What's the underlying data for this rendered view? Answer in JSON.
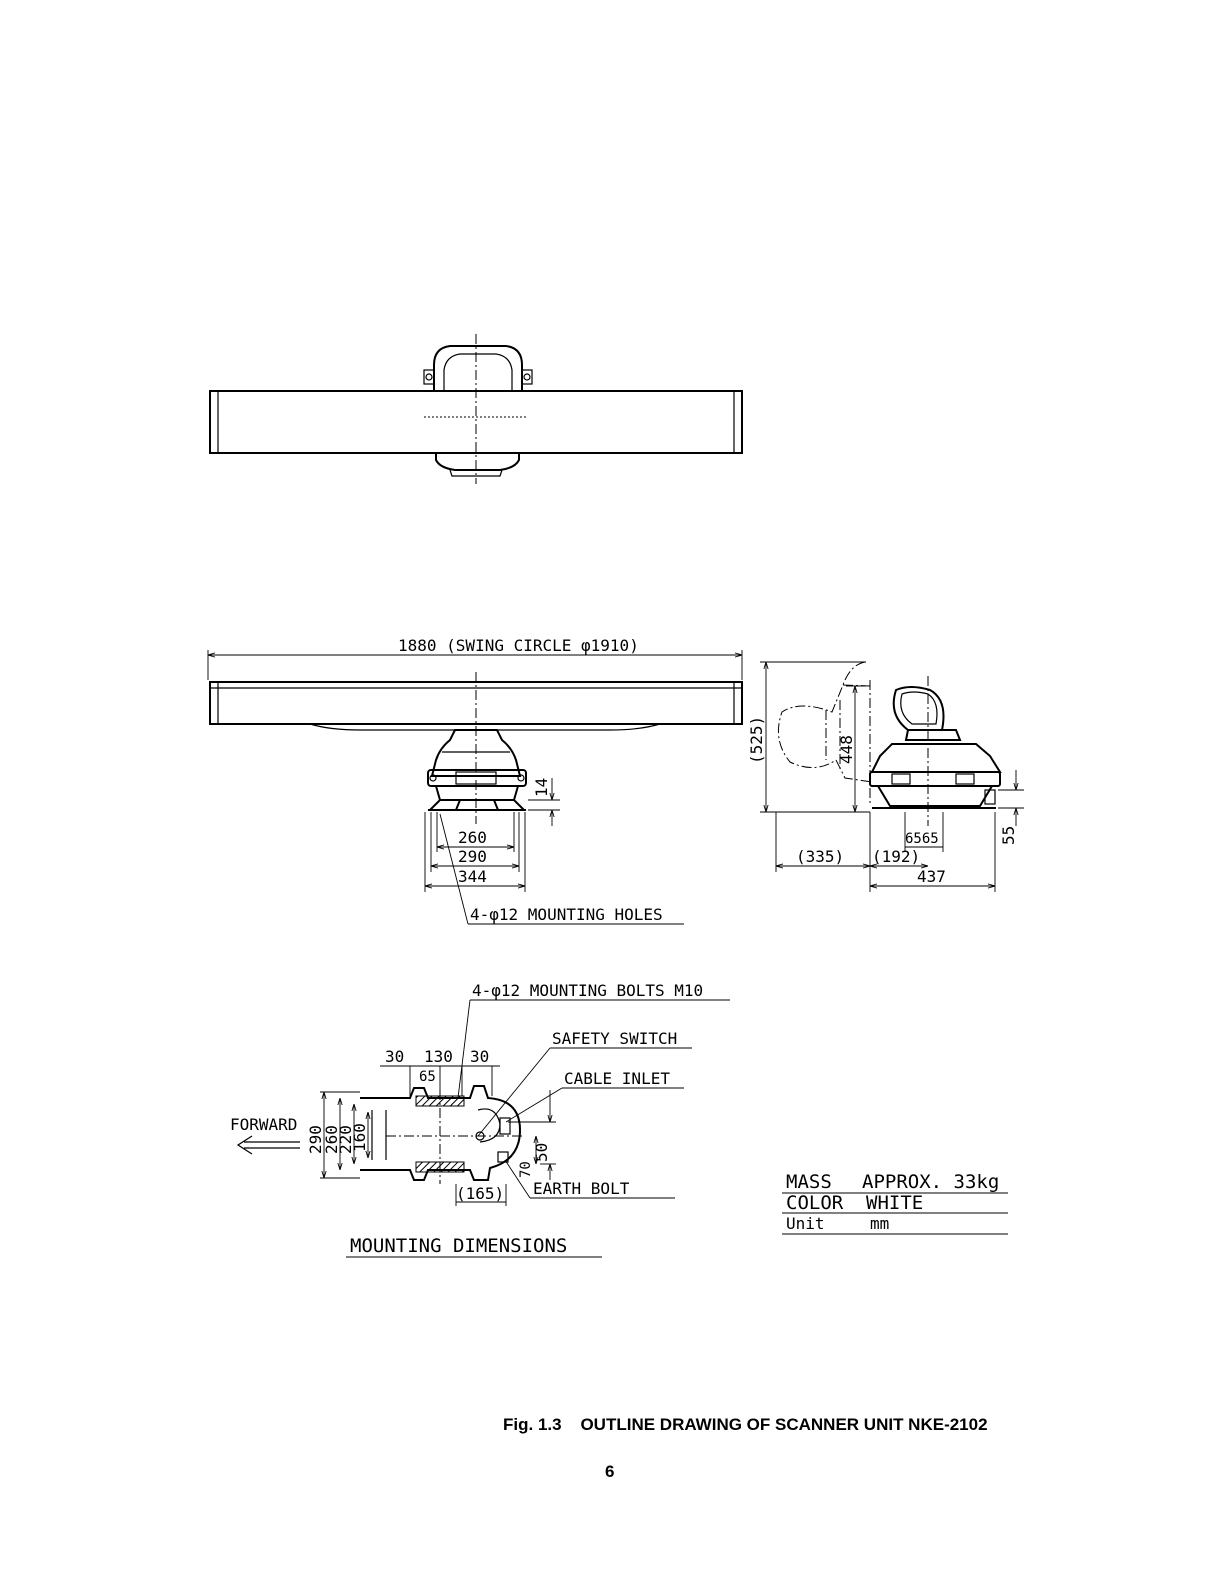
{
  "dimensions": {
    "overall_length": "1880 (SWING CIRCLE φ1910)",
    "base_14": "14",
    "base_260": "260",
    "base_290": "290",
    "base_344": "344",
    "height_525": "(525)",
    "height_448": "448",
    "height_55": "55",
    "side_335": "(335)",
    "side_192": "(192)",
    "side_6565": "6565",
    "side_437": "437",
    "mount_30a": "30",
    "mount_130": "130",
    "mount_30b": "30",
    "mount_65": "65",
    "mount_290": "290",
    "mount_260": "260",
    "mount_220": "220",
    "mount_160": "160",
    "mount_70": "70",
    "mount_50": "50",
    "mount_165": "(165)"
  },
  "labels": {
    "mounting_holes": "4-φ12 MOUNTING HOLES",
    "mounting_bolts": "4-φ12 MOUNTING BOLTS M10",
    "safety_switch": "SAFETY SWITCH",
    "cable_inlet": "CABLE INLET",
    "earth_bolt": "EARTH BOLT",
    "forward": "FORWARD",
    "mounting_dimensions": "MOUNTING DIMENSIONS"
  },
  "specs": [
    {
      "key": "MASS",
      "value": "APPROX. 33kg"
    },
    {
      "key": "COLOR",
      "value": "WHITE"
    },
    {
      "key": "Unit",
      "value": "mm"
    }
  ],
  "caption": "Fig. 1.3    OUTLINE DRAWING OF SCANNER UNIT NKE-2102",
  "page_number": "6"
}
